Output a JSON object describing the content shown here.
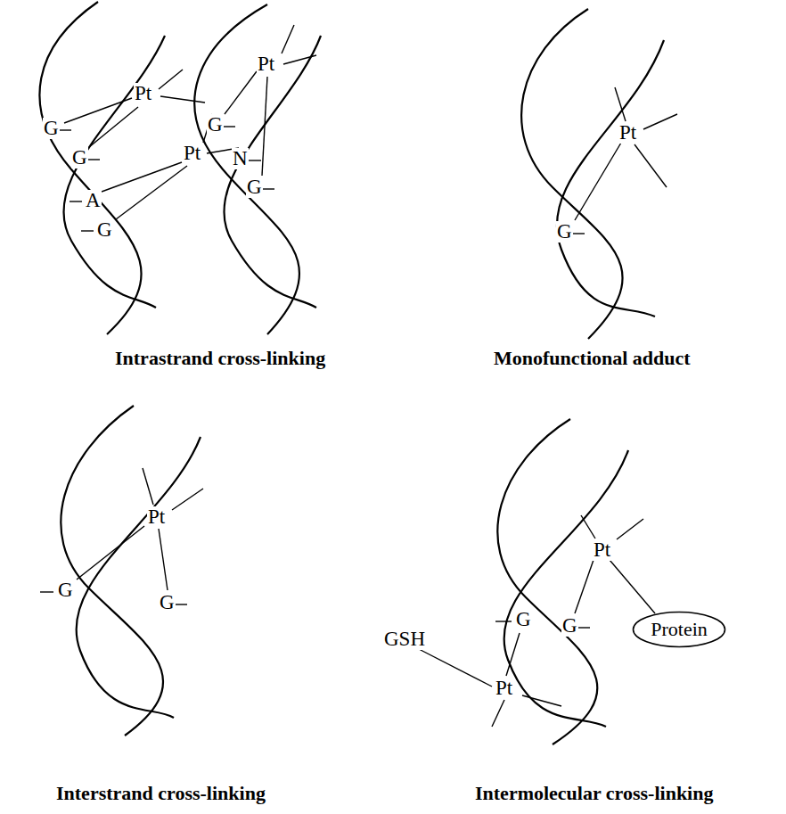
{
  "diagram": {
    "nodes": [
      {
        "text": [
          "Protein"
        ]
      }
    ],
    "labels": [
      "Pt",
      "G",
      "G",
      "Pt",
      "A",
      "G",
      "Pt",
      "G",
      "N",
      "G",
      "Pt",
      "G",
      "Intrastrand cross-linking",
      "Monofunctional adduct",
      "Pt",
      "G",
      "G",
      "Pt",
      "GSH",
      "G",
      "G",
      "Pt",
      "Interstrand cross-linking",
      "Intermolecular cross-linking"
    ]
  }
}
